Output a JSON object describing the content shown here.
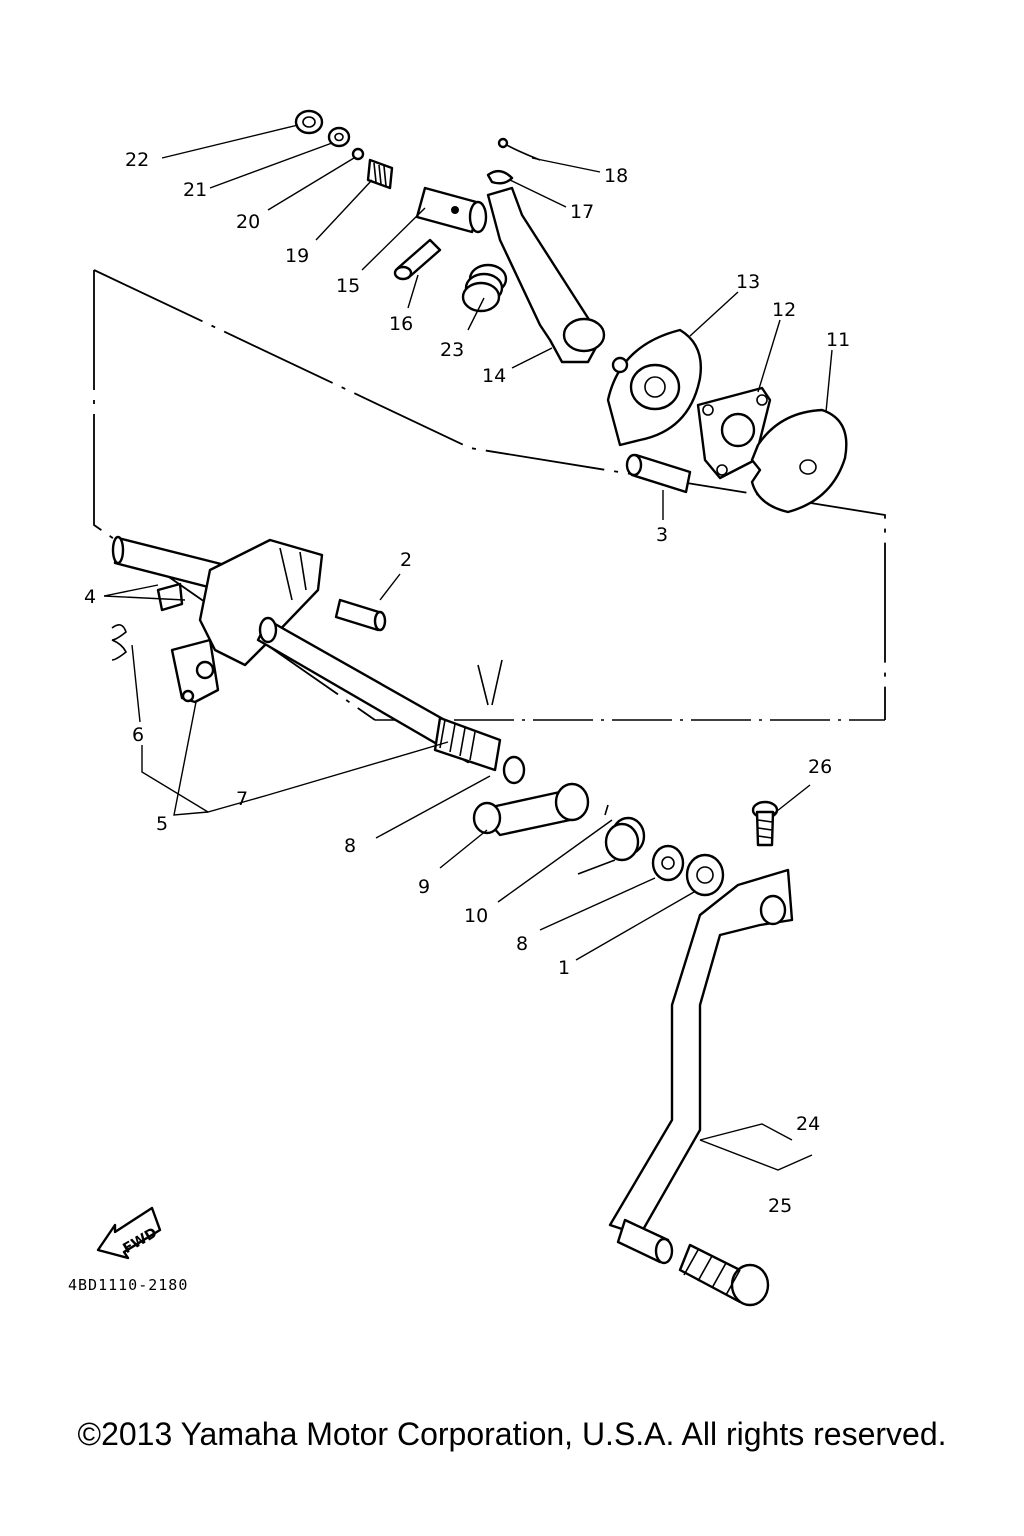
{
  "part_labels": {
    "p1": "1",
    "p2": "2",
    "p3": "3",
    "p4": "4",
    "p5": "5",
    "p6": "6",
    "p7": "7",
    "p8a": "8",
    "p8b": "8",
    "p9": "9",
    "p10": "10",
    "p11": "11",
    "p12": "12",
    "p13": "13",
    "p14": "14",
    "p15": "15",
    "p16": "16",
    "p17": "17",
    "p18": "18",
    "p19": "19",
    "p20": "20",
    "p21": "21",
    "p22": "22",
    "p23": "23",
    "p24": "24",
    "p25": "25",
    "p26": "26"
  },
  "fwd_label": "FWD",
  "drawing_code": "4BD1110-2180",
  "copyright": "©2013 Yamaha Motor Corporation, U.S.A. All rights reserved."
}
